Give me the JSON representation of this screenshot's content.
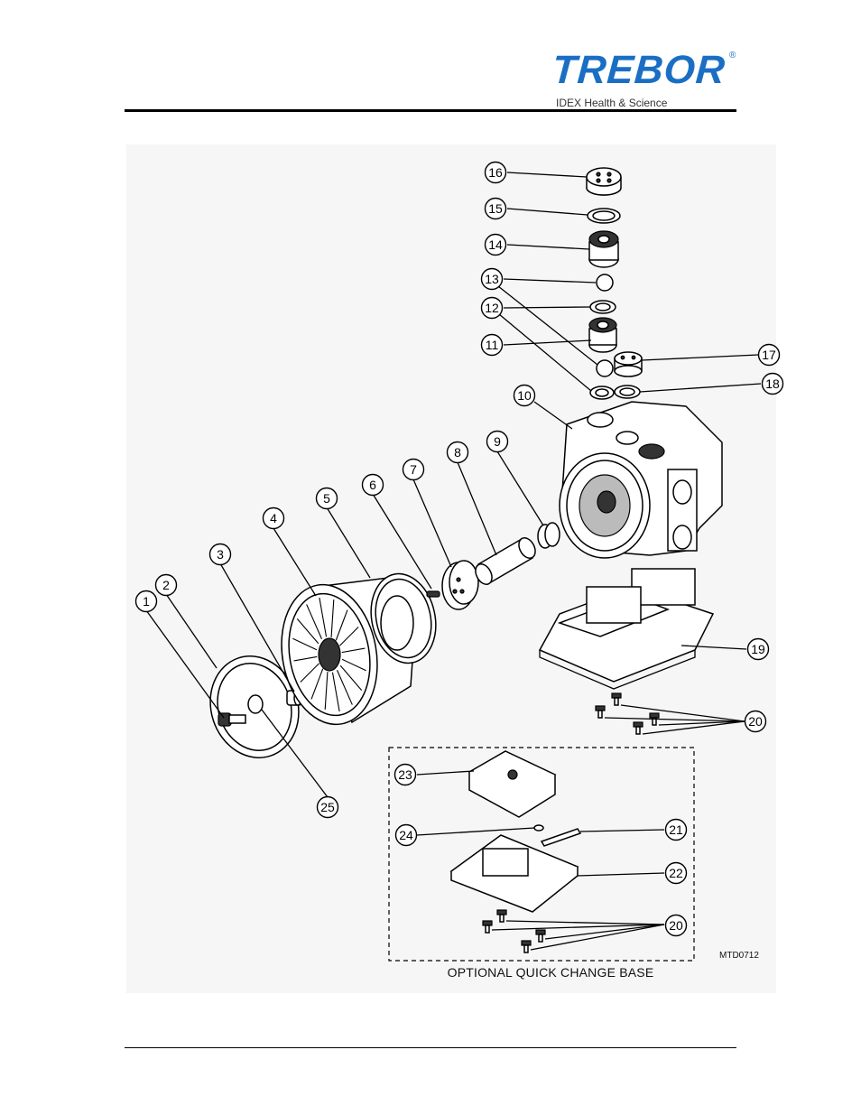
{
  "logo": {
    "brand": "TREBOR",
    "registered": "®",
    "subtitle": "IDEX Health & Science"
  },
  "optional_base_label": "OPTIONAL QUICK CHANGE BASE",
  "drawing_code": "MTD0712",
  "callouts": [
    {
      "id": "c1",
      "num": "1"
    },
    {
      "id": "c2",
      "num": "2"
    },
    {
      "id": "c3",
      "num": "3"
    },
    {
      "id": "c4",
      "num": "4"
    },
    {
      "id": "c5",
      "num": "5"
    },
    {
      "id": "c6",
      "num": "6"
    },
    {
      "id": "c7",
      "num": "7"
    },
    {
      "id": "c8",
      "num": "8"
    },
    {
      "id": "c9",
      "num": "9"
    },
    {
      "id": "c10",
      "num": "10"
    },
    {
      "id": "c11",
      "num": "11"
    },
    {
      "id": "c12",
      "num": "12"
    },
    {
      "id": "c13",
      "num": "13"
    },
    {
      "id": "c14",
      "num": "14"
    },
    {
      "id": "c15",
      "num": "15"
    },
    {
      "id": "c16",
      "num": "16"
    },
    {
      "id": "c17",
      "num": "17"
    },
    {
      "id": "c18",
      "num": "18"
    },
    {
      "id": "c19",
      "num": "19"
    },
    {
      "id": "c20a",
      "num": "20"
    },
    {
      "id": "c20b",
      "num": "20"
    },
    {
      "id": "c21",
      "num": "21"
    },
    {
      "id": "c22",
      "num": "22"
    },
    {
      "id": "c23",
      "num": "23"
    },
    {
      "id": "c24",
      "num": "24"
    },
    {
      "id": "c25",
      "num": "25"
    }
  ]
}
